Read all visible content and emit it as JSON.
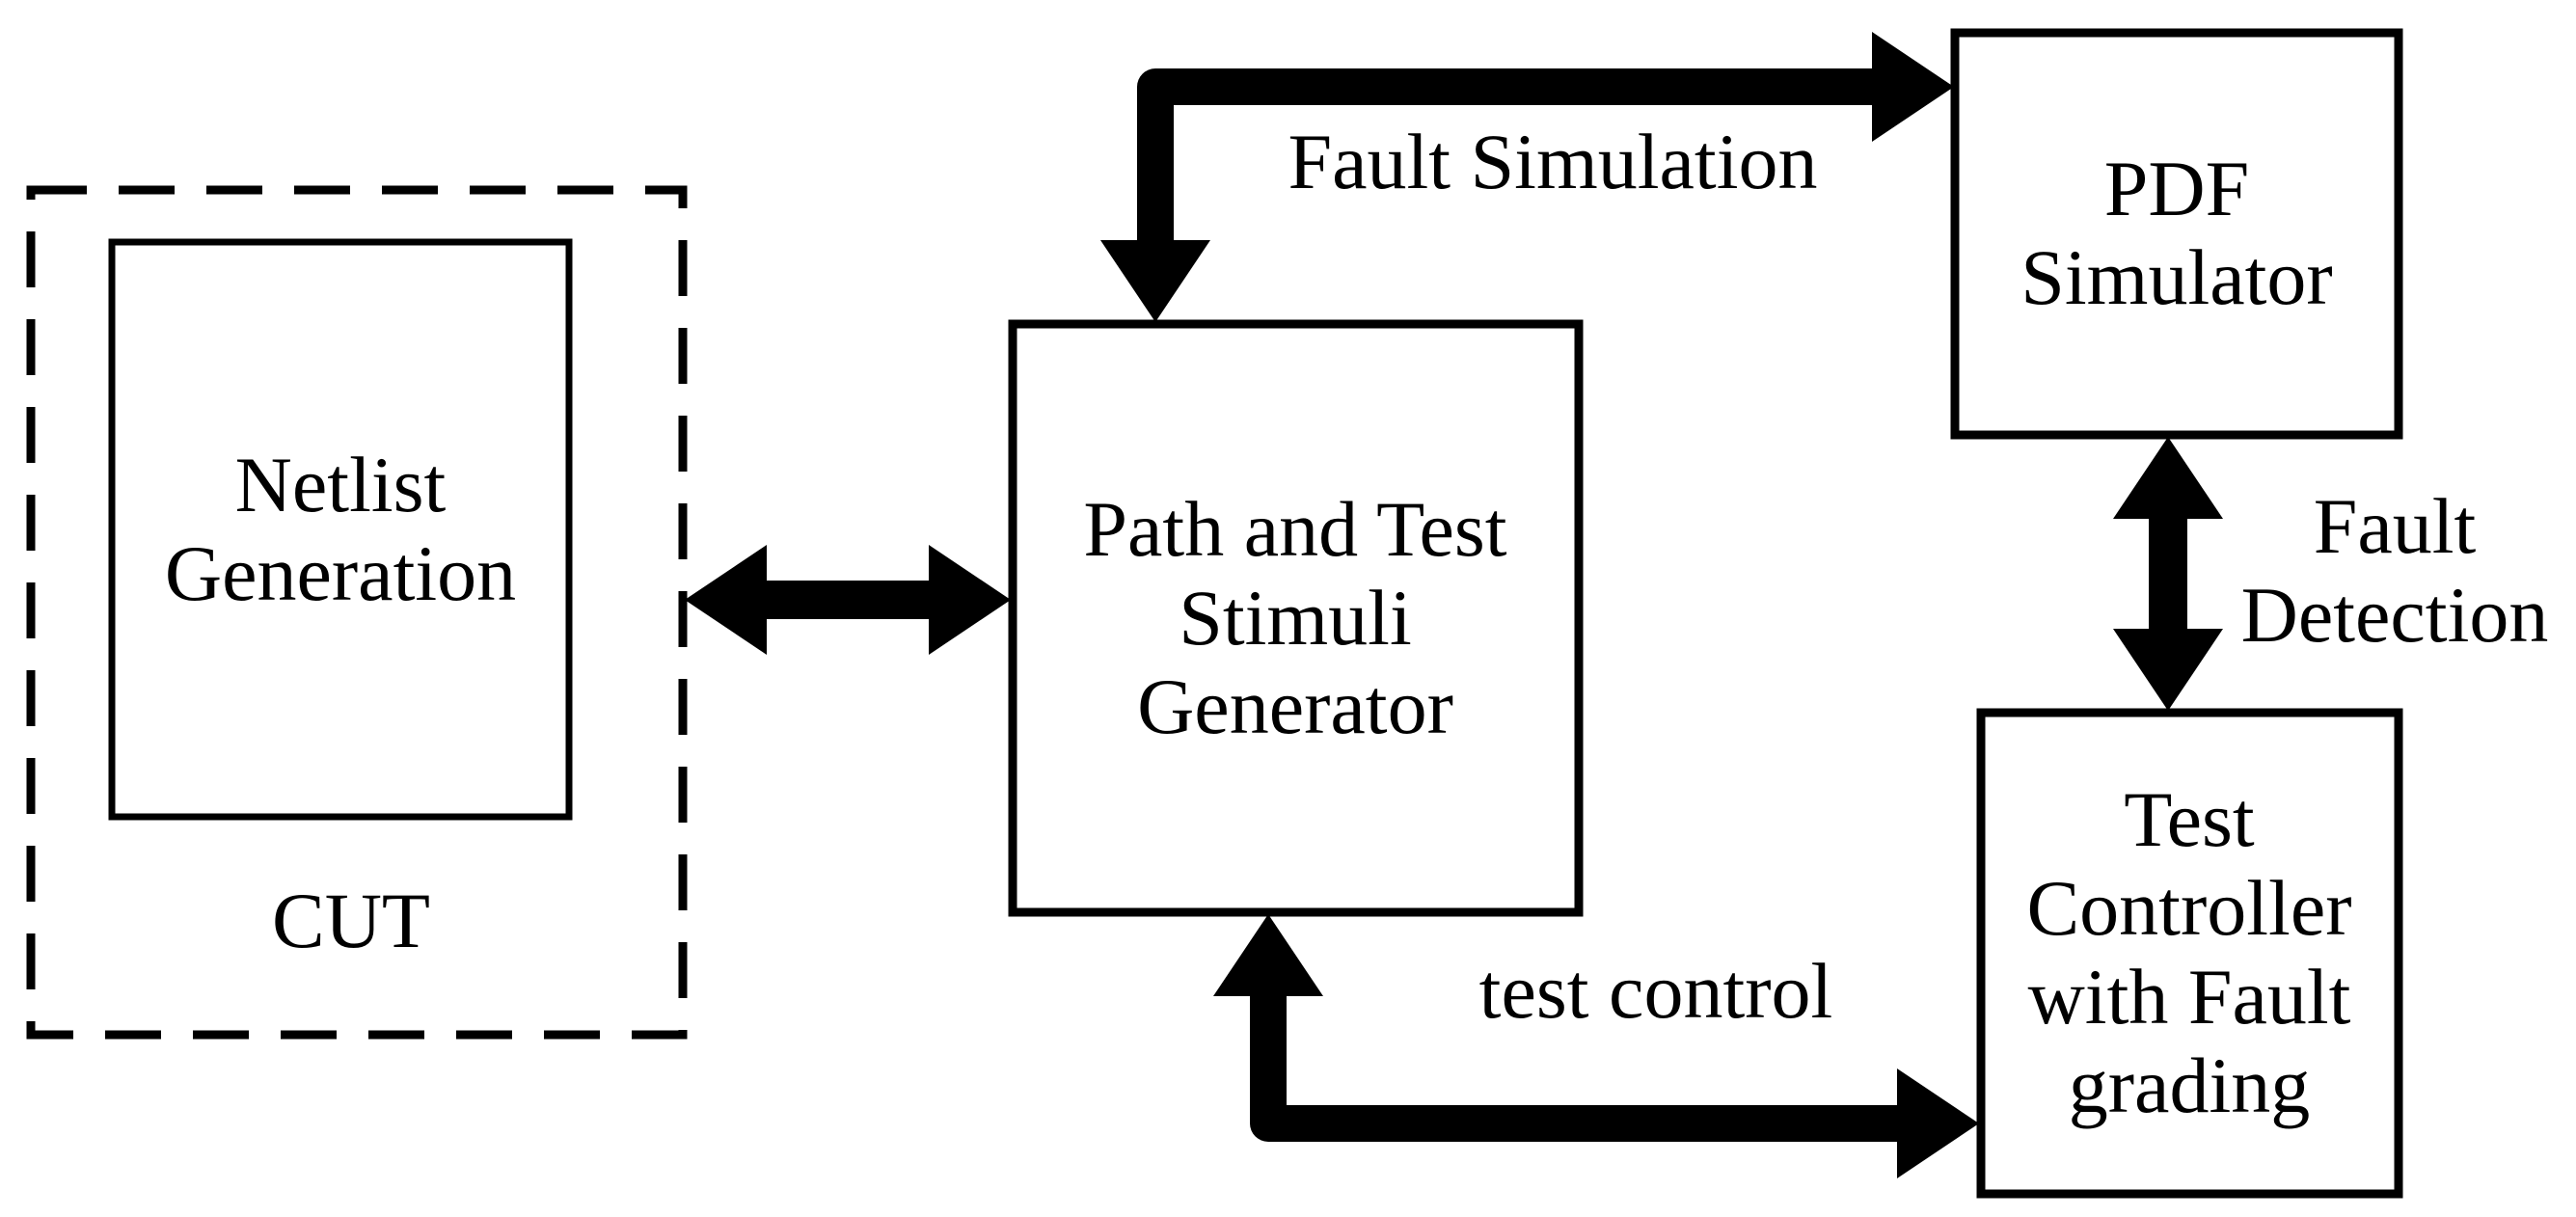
{
  "page": {
    "background_color": "#ffffff",
    "ink_color": "#000000"
  },
  "diagram": {
    "type": "block-diagram",
    "nodes": {
      "cut": {
        "label": "CUT",
        "style": "dashed-container"
      },
      "netlist": {
        "lines": [
          "Netlist",
          "Generation"
        ],
        "parent": "cut"
      },
      "generator": {
        "lines": [
          "Path and Test",
          "Stimuli",
          "Generator"
        ]
      },
      "pdf_simulator": {
        "lines": [
          "PDF",
          "Simulator"
        ]
      },
      "test_controller": {
        "lines": [
          "Test",
          "Controller",
          "with Fault",
          "grading"
        ]
      }
    },
    "edges": [
      {
        "from": "netlist",
        "to": "generator",
        "direction": "bidirectional",
        "label": ""
      },
      {
        "from": "generator",
        "to": "pdf_simulator",
        "direction": "bidirectional",
        "label": "Fault Simulation"
      },
      {
        "from": "pdf_simulator",
        "to": "test_controller",
        "direction": "bidirectional",
        "label": "Fault Detection",
        "label_lines": [
          "Fault",
          "Detection"
        ]
      },
      {
        "from": "test_controller",
        "to": "generator",
        "direction": "bidirectional",
        "label": "test control"
      }
    ]
  }
}
